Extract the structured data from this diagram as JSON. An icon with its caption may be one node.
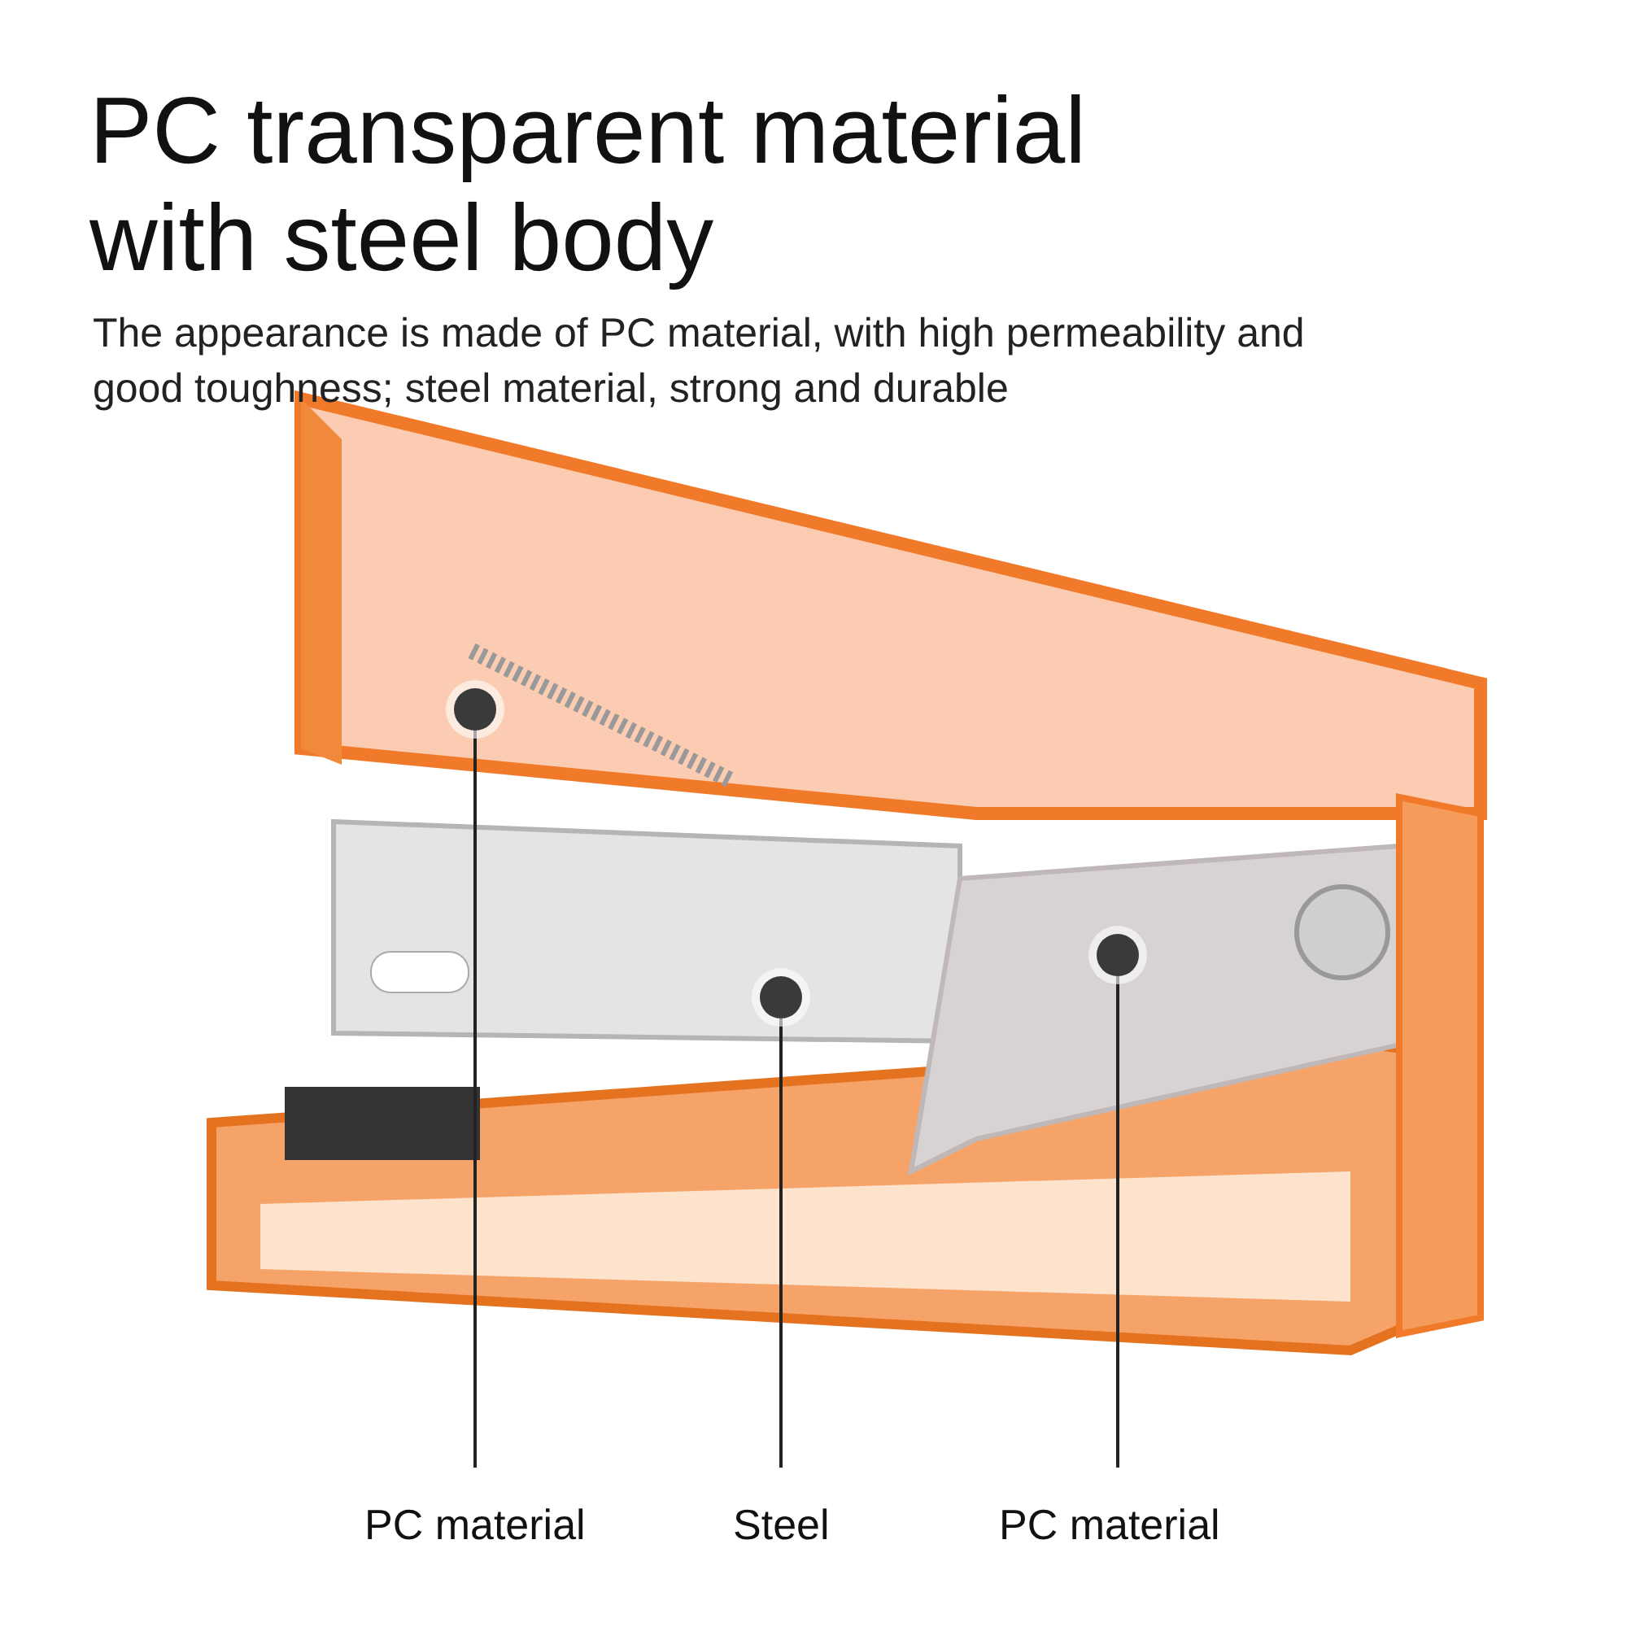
{
  "diagram": {
    "title": "PC transparent material with steel body",
    "nodes": [
      {
        "text": [
          "PC material"
        ]
      },
      {
        "text": [
          "Steel"
        ]
      },
      {
        "text": [
          "PC material"
        ]
      },
      {
        "text": [],
        "shape": "circle"
      },
      {
        "text": [],
        "shape": "circle"
      },
      {
        "text": [],
        "shape": "circle"
      }
    ],
    "edges": [
      {
        "from": 0,
        "to": 3,
        "arrow": "none"
      },
      {
        "from": 1,
        "to": 4,
        "arrow": "none"
      },
      {
        "from": 2,
        "to": 5,
        "arrow": "none"
      }
    ],
    "labels": [
      "The appearance is made of PC material, with high permeability and good toughness; steel material, strong and durable"
    ]
  }
}
